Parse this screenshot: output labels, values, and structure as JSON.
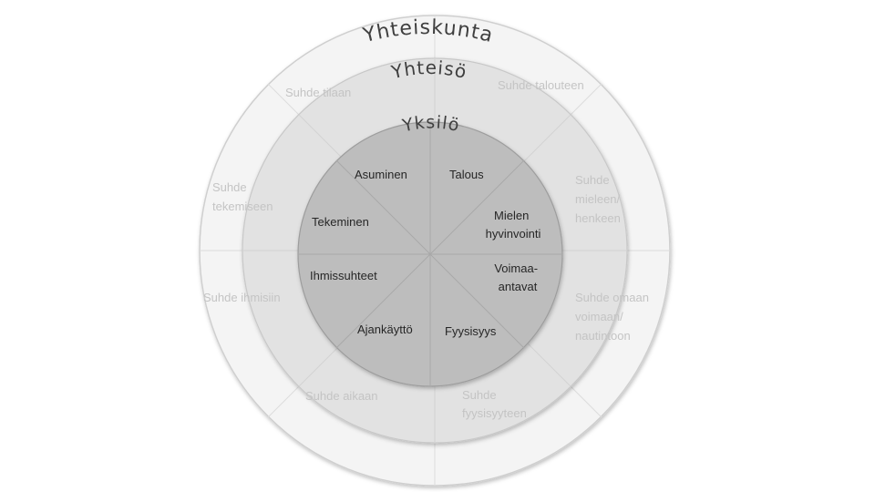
{
  "rings": {
    "outer": {
      "title": "Yhteiskunta",
      "color": "#f4f4f4"
    },
    "middle": {
      "title": "Yhteisö",
      "color": "#e2e2e2"
    },
    "inner": {
      "title": "Yksilö",
      "color": "#bdbdbd"
    }
  },
  "inner_labels": [
    "Asuminen",
    "Talous",
    [
      "Mielen",
      "hyvinvointi"
    ],
    [
      "Voimaa-",
      "antavat"
    ],
    "Fyysisyys",
    "Ajankäyttö",
    "Ihmissuhteet",
    "Tekeminen"
  ],
  "outer_labels": [
    "Suhde tilaan",
    "Suhde talouteen",
    [
      "Suhde",
      "mieleen/",
      "henkeen"
    ],
    [
      "Suhde omaan",
      "voimaan/",
      "nautintoon"
    ],
    [
      "Suhde",
      "fyysisyyteen"
    ],
    "Suhde aikaan",
    "Suhde ihmisiin",
    [
      "Suhde",
      "tekemiseen"
    ]
  ]
}
